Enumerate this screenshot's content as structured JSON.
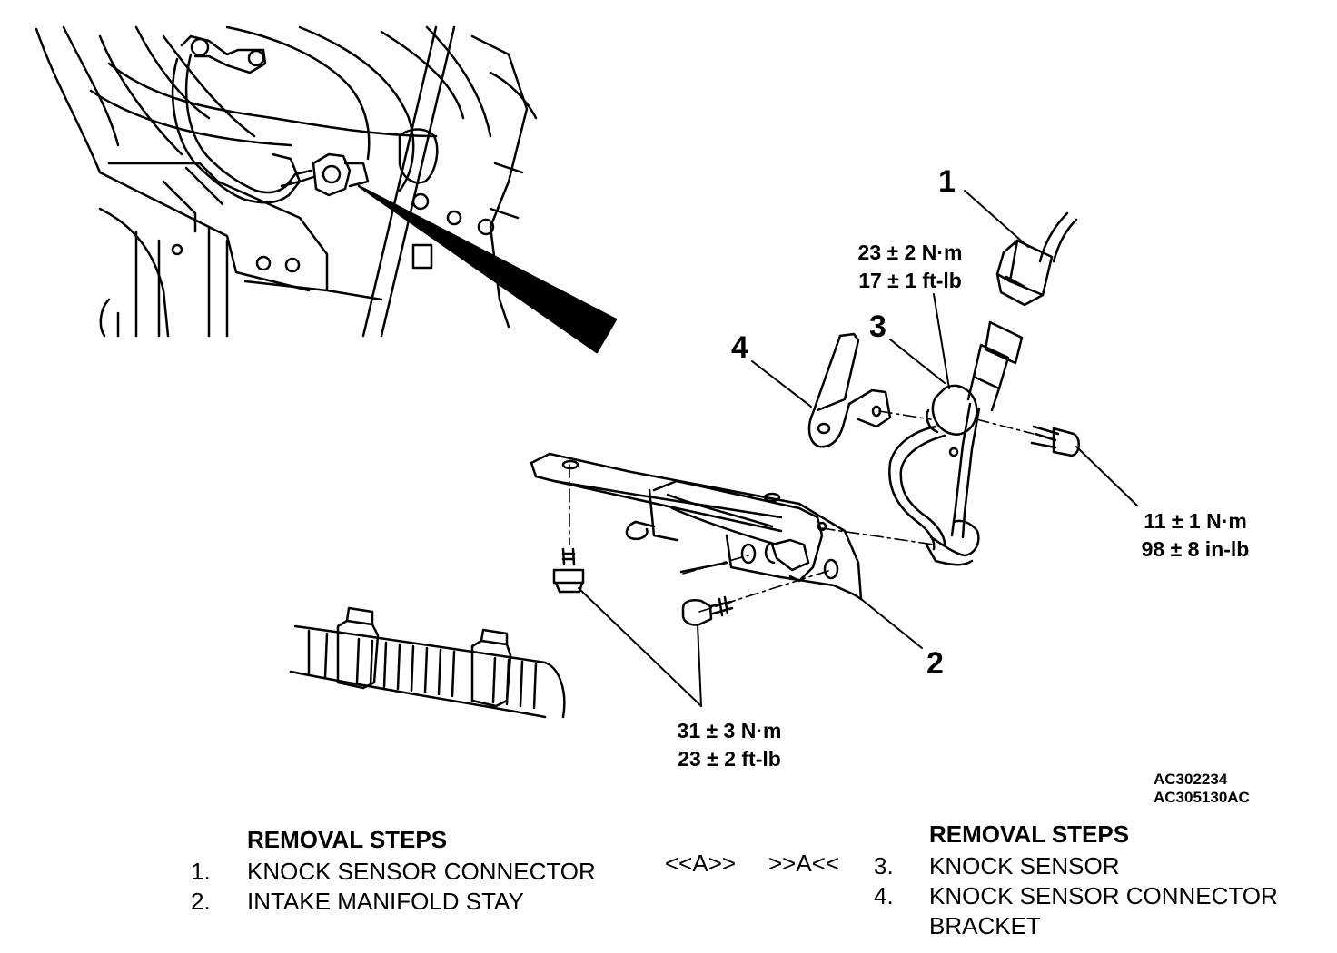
{
  "callouts": {
    "one": "1",
    "two": "2",
    "three": "3",
    "four": "4"
  },
  "torques": {
    "sensor_bolt": [
      "23 ± 2 N·m",
      "17 ± 1 ft-lb"
    ],
    "sensor_bracket_bolt": [
      "11 ± 1 N·m",
      "98 ± 8 in-lb"
    ],
    "stay_bolts": [
      "31 ± 3 N·m",
      "23 ± 2 ft-lb"
    ]
  },
  "figure_refs": [
    "AC302234",
    "AC305130AC"
  ],
  "removal_left": {
    "heading": "REMOVAL STEPS",
    "steps": [
      {
        "num": "1.",
        "text": "KNOCK SENSOR CONNECTOR"
      },
      {
        "num": "2.",
        "text": "INTAKE MANIFOLD STAY"
      }
    ]
  },
  "service_marks": {
    "removal": "<<A>>",
    "installation": ">>A<<"
  },
  "removal_right": {
    "heading": "REMOVAL STEPS",
    "steps": [
      {
        "num": "3.",
        "text": "KNOCK SENSOR"
      },
      {
        "num": "4.",
        "text": "KNOCK SENSOR CONNECTOR"
      }
    ],
    "continuation": "BRACKET"
  }
}
